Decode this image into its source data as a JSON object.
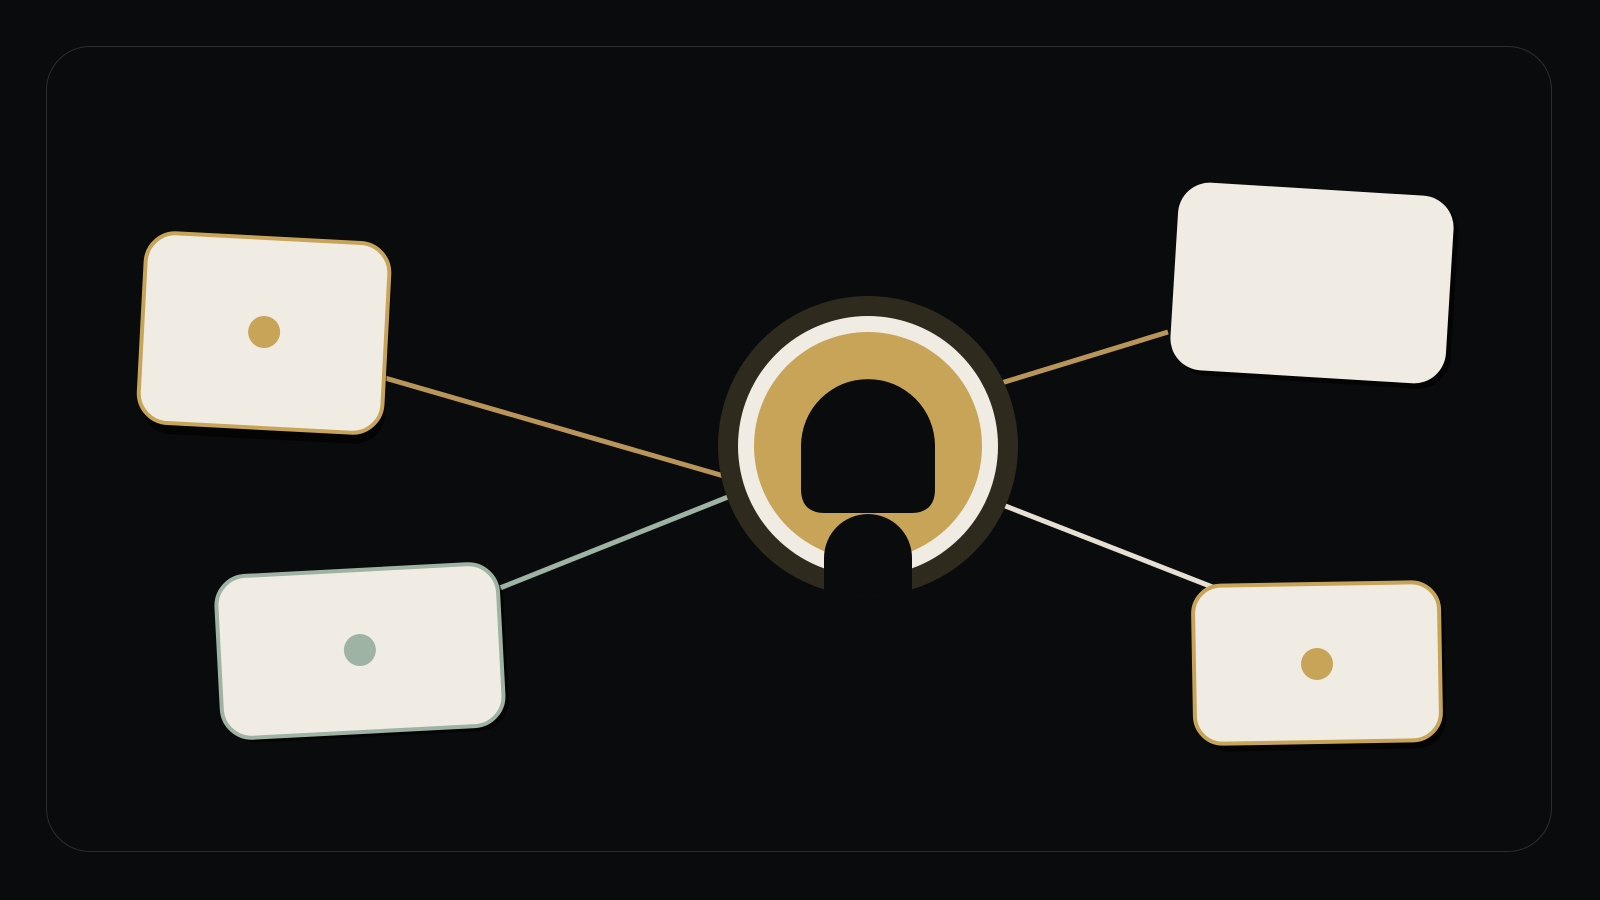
{
  "colors": {
    "background": "#090b0c",
    "frame_border": "#2c2e30",
    "card_fill": "#f0ece4",
    "gold": "#c8a458",
    "gold_line": "#b9955a",
    "sage": "#9fb3a4",
    "cream_line": "#e6e0d4",
    "halo": "#2f2a1e"
  },
  "hub": {
    "icon": "person-icon"
  },
  "nodes": [
    {
      "id": "node-top-left",
      "accent": "gold",
      "has_dot": true
    },
    {
      "id": "node-bottom-left",
      "accent": "sage",
      "has_dot": true
    },
    {
      "id": "node-top-right",
      "accent": "none",
      "has_dot": false
    },
    {
      "id": "node-bottom-right",
      "accent": "gold",
      "has_dot": true
    }
  ]
}
